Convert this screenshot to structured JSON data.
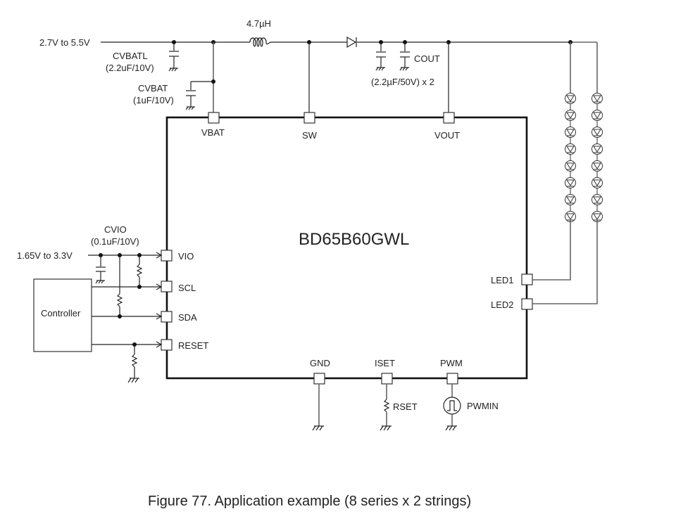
{
  "supply": {
    "vbat_range": "2.7V to 5.5V",
    "vio_range": "1.65V to 3.3V"
  },
  "components": {
    "inductor": "4.7µH",
    "cvbatl_name": "CVBATL",
    "cvbatl_value": "(2.2uF/10V)",
    "cvbat_name": "CVBAT",
    "cvbat_value": "(1uF/10V)",
    "cout_name": "COUT",
    "cout_value": "(2.2µF/50V) x 2",
    "cvio_name": "CVIO",
    "cvio_value": "(0.1uF/10V)",
    "rset": "RSET",
    "pwmin": "PWMIN",
    "controller": "Controller"
  },
  "ic": {
    "name": "BD65B60GWL",
    "pins": {
      "vbat": "VBAT",
      "sw": "SW",
      "vout": "VOUT",
      "vio": "VIO",
      "scl": "SCL",
      "sda": "SDA",
      "reset": "RESET",
      "gnd": "GND",
      "iset": "ISET",
      "pwm": "PWM",
      "led1": "LED1",
      "led2": "LED2"
    }
  },
  "led_strings": {
    "count": 2,
    "leds_per_string": 8
  },
  "caption": "Figure 77. Application example (8 series x 2 strings)"
}
